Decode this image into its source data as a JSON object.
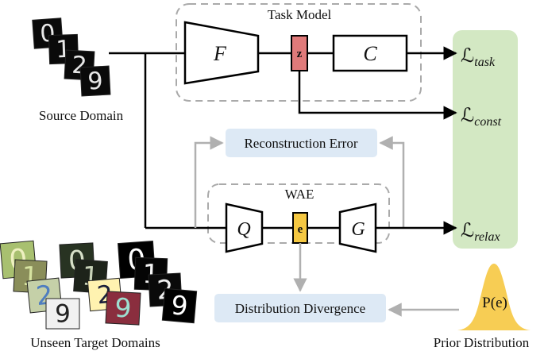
{
  "source_label": "Source Domain",
  "target_label": "Unseen Target Domains",
  "prior_label": "Prior Distribution",
  "task_model": {
    "title": "Task Model",
    "feature_extractor": "F",
    "latent": "z",
    "classifier": "C"
  },
  "wae": {
    "title": "WAE",
    "encoder": "Q",
    "latent": "e",
    "decoder": "G"
  },
  "reconstruction_label": "Reconstruction Error",
  "divergence_label": "Distribution Divergence",
  "prior_symbol": "P(e)",
  "losses": {
    "task": "task",
    "const": "const",
    "relax": "relax",
    "symbol": "ℒ"
  },
  "source_digits": [
    "0",
    "1",
    "2",
    "9"
  ],
  "target_digits": [
    "0",
    "1",
    "2",
    "9",
    "0",
    "1",
    "2",
    "9",
    "0",
    "1",
    "2",
    "9"
  ],
  "colors": {
    "loss_panel": "#d3e8c3",
    "info_box": "#dde9f5",
    "z_box": "#e07a7a",
    "e_box": "#f5c842",
    "prior_fill": "#f7cd54",
    "dashed": "#aaaaaa",
    "gray_arrow": "#b0b0b0"
  }
}
